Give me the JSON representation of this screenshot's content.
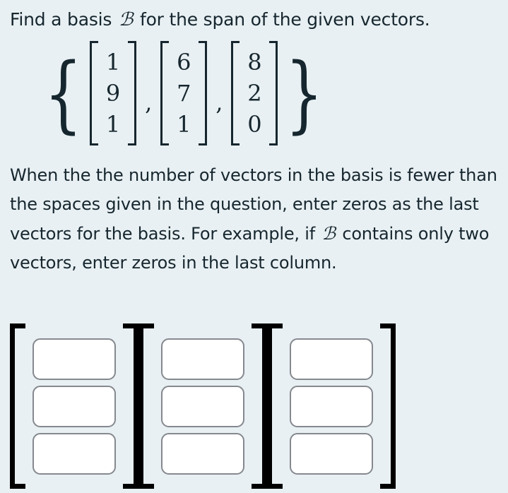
{
  "problem": {
    "prompt_prefix": "Find a basis ",
    "basis_symbol": "ℬ",
    "prompt_suffix": " for the span of the given vectors.",
    "set_open": "{",
    "set_close": "}",
    "separator": ",",
    "vectors": [
      {
        "entries": [
          "1",
          "9",
          "1"
        ]
      },
      {
        "entries": [
          "6",
          "7",
          "1"
        ]
      },
      {
        "entries": [
          "8",
          "2",
          "0"
        ]
      }
    ]
  },
  "instructions": {
    "part1": "When the the number of vectors in the basis is fewer than the spaces given in the question, enter zeros as the last vectors for the basis. For example, if ",
    "basis_symbol": "ℬ",
    "part2": " contains only two vectors, enter zeros in the last column."
  },
  "answer": {
    "columns": [
      {
        "name": "column-1",
        "values": [
          "",
          "",
          ""
        ],
        "placeholders": [
          "",
          "",
          ""
        ]
      },
      {
        "name": "column-2",
        "values": [
          "",
          "",
          ""
        ],
        "placeholders": [
          "",
          "",
          ""
        ]
      },
      {
        "name": "column-3",
        "values": [
          "",
          "",
          ""
        ],
        "placeholders": [
          "",
          "",
          ""
        ]
      }
    ]
  },
  "colors": {
    "background": "#e8f0f3",
    "text": "#16262e",
    "bracket": "#000000",
    "input_border": "#85898f",
    "input_background": "#ffffff"
  }
}
